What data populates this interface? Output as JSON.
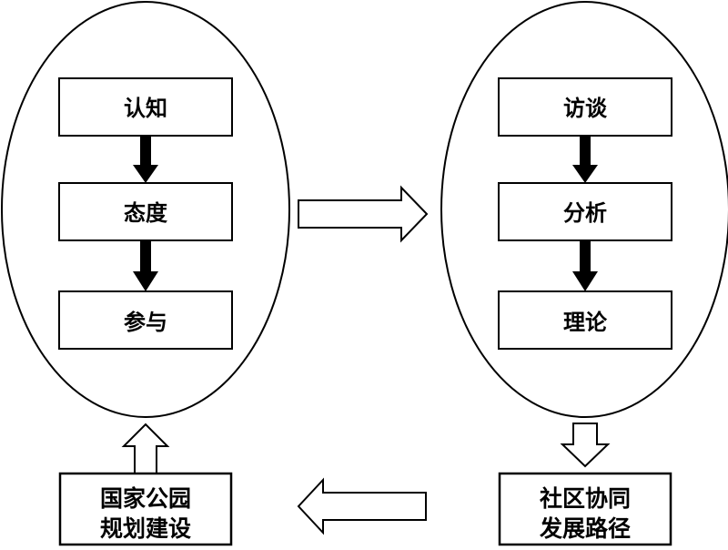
{
  "left_group": {
    "steps": [
      "认知",
      "态度",
      "参与"
    ]
  },
  "right_group": {
    "steps": [
      "访谈",
      "分析",
      "理论"
    ]
  },
  "bottom_right": {
    "lines": [
      "社区协同",
      "发展路径"
    ]
  },
  "bottom_left": {
    "lines": [
      "国家公园",
      "规划建设"
    ]
  },
  "colors": {
    "stroke": "#000000",
    "fill": "#ffffff"
  }
}
